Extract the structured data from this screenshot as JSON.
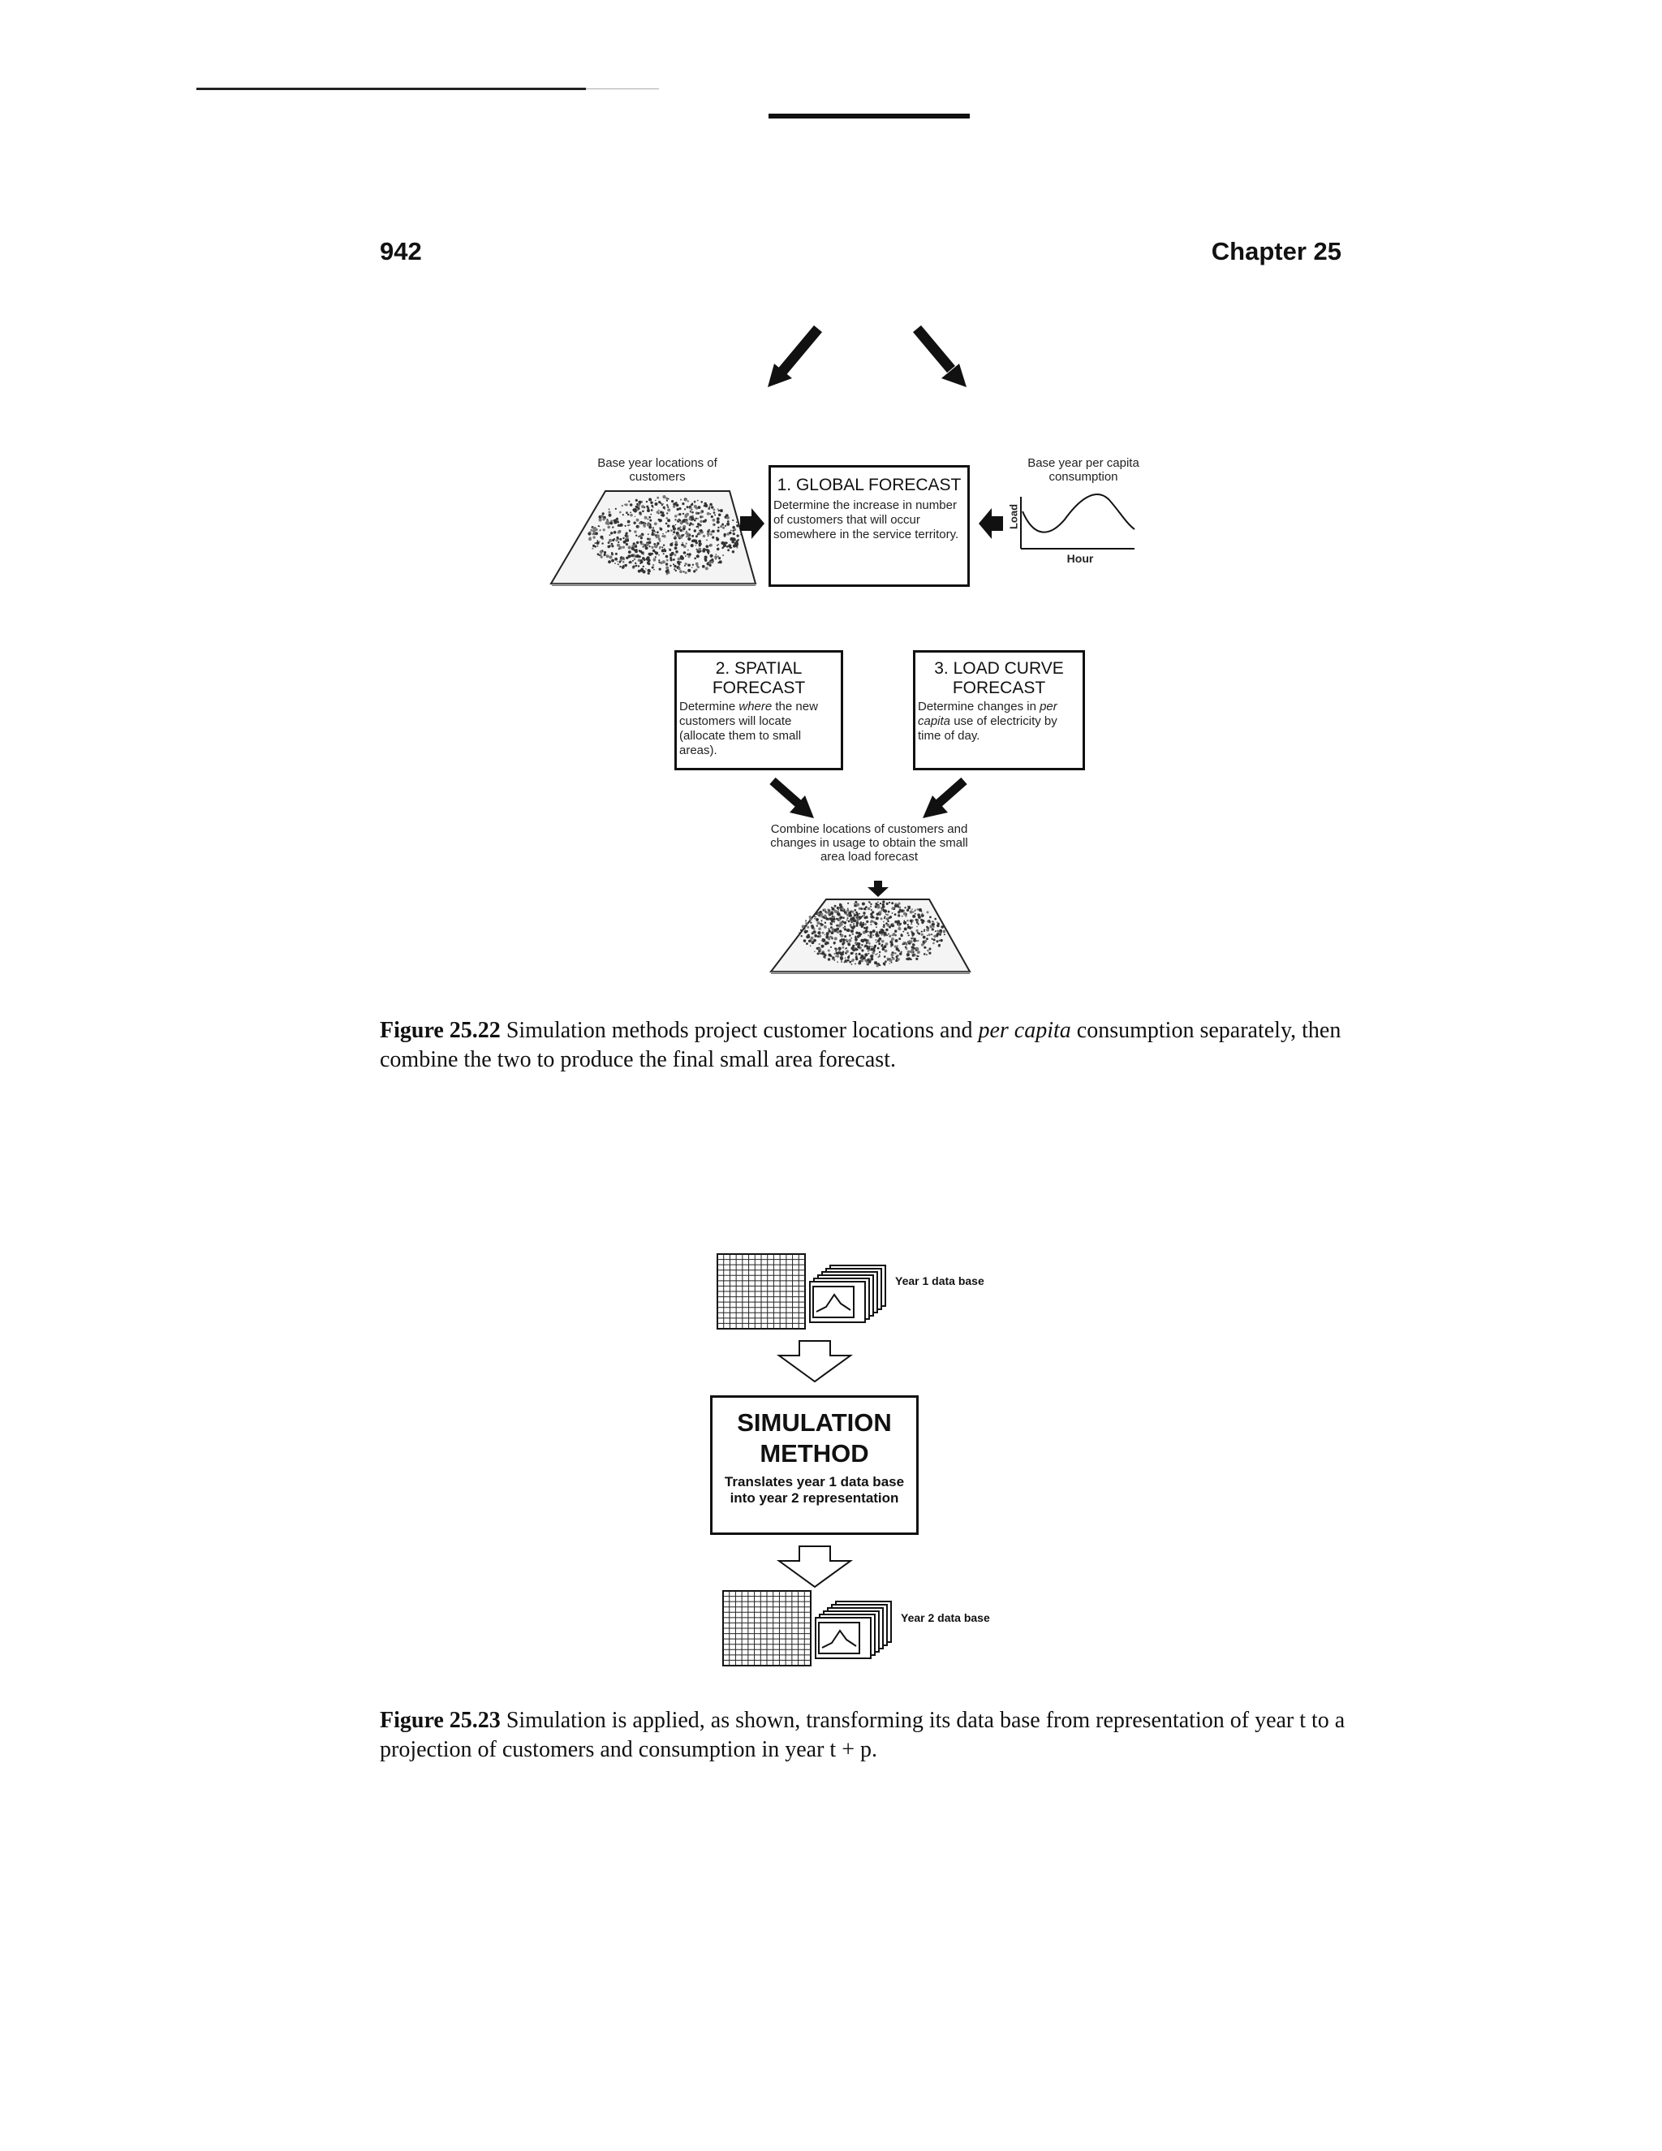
{
  "header": {
    "page_number": "942",
    "chapter": "Chapter 25"
  },
  "figure_22": {
    "label_base_locations": "Base year locations of customers",
    "label_base_consumption": "Base year per capita consumption",
    "axis_load": "Load",
    "axis_hour": "Hour",
    "box_global": {
      "title": "1. GLOBAL FORECAST",
      "desc": "Determine the increase in number of customers that will occur somewhere in the service territory."
    },
    "box_spatial": {
      "title": "2. SPATIAL FORECAST",
      "desc_pre": "Determine ",
      "desc_em": "where",
      "desc_post": " the new customers will locate (allocate them to small areas)."
    },
    "box_loadcurve": {
      "title": "3. LOAD CURVE FORECAST",
      "desc_pre": "Determine changes in ",
      "desc_em": "per capita",
      "desc_post": " use of electricity by time of day."
    },
    "combine_text": "Combine locations of customers and changes in usage to obtain the small area load forecast",
    "caption_label": "Figure 25.22",
    "caption_pre": " Simulation methods project customer locations and ",
    "caption_em": "per capita",
    "caption_post": " consumption separately, then combine the two to produce the final small area forecast."
  },
  "figure_23": {
    "year1_label": "Year 1 data base",
    "year2_label": "Year 2 data base",
    "box_title": "SIMULATION METHOD",
    "box_desc": "Translates year 1 data base into year 2 representation",
    "caption_label": "Figure 25.23",
    "caption_text": " Simulation is applied, as shown, transforming its data base from representation of year t to a projection of customers and consumption in year t + p."
  }
}
